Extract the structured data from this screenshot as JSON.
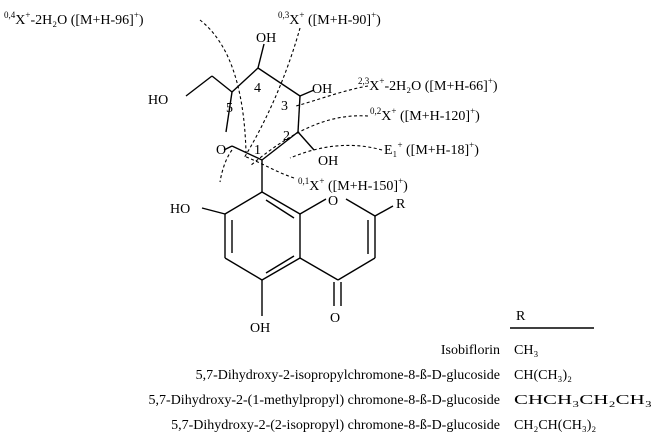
{
  "structure": {
    "atoms": {
      "oh_top": "OH",
      "oh_c3": "OH",
      "oh_c2": "OH",
      "ho_ch2": "HO",
      "o_ring": "O",
      "ho_left": "HO",
      "o_chromone": "O",
      "r_group": "R",
      "oh_bottom": "OH",
      "o_carbonyl": "O"
    },
    "ring_numbers": {
      "n5": "5",
      "n4": "4",
      "n3": "3",
      "n2": "2",
      "n1": "1"
    }
  },
  "fragments": [
    {
      "sup": "0,4",
      "ion": "X",
      "charge": "+",
      "rest": "-2H₂O ([M+H-96]",
      "close": "+",
      "end": ")"
    },
    {
      "sup": "0,3",
      "ion": "X",
      "charge": "+",
      "rest": " ([M+H-90]",
      "close": "+",
      "end": ")"
    },
    {
      "sup": "2,3",
      "ion": "X",
      "charge": "+",
      "rest": "-2H₂O ([M+H-66]",
      "close": "+",
      "end": ")"
    },
    {
      "sup": "0,2",
      "ion": "X",
      "charge": "+",
      "rest": " ([M+H-120]",
      "close": "+",
      "end": ")"
    },
    {
      "sup": "",
      "ion": "E₁",
      "charge": "+",
      "rest": " ([M+H-18]",
      "close": "+",
      "end": ")"
    },
    {
      "sup": "0,1",
      "ion": "X",
      "charge": "+",
      "rest": " ([M+H-150]",
      "close": "+",
      "end": ")"
    }
  ],
  "table": {
    "header": "R",
    "rows": [
      {
        "name": "Isobiflorin",
        "r": "CH₃"
      },
      {
        "name": "5,7-Dihydroxy-2-isopropylchromone-8-ß-D-glucoside",
        "r": "CH(CH₃)₂"
      },
      {
        "name": "5,7-Dihydroxy-2-(1-methylpropyl) chromone-8-ß-D-glucoside",
        "r": "CHCH₃CH₂CH₃"
      },
      {
        "name": "5,7-Dihydroxy-2-(2-isopropyl) chromone-8-ß-D-glucoside",
        "r": "CH₂CH(CH₃)₂"
      }
    ]
  }
}
